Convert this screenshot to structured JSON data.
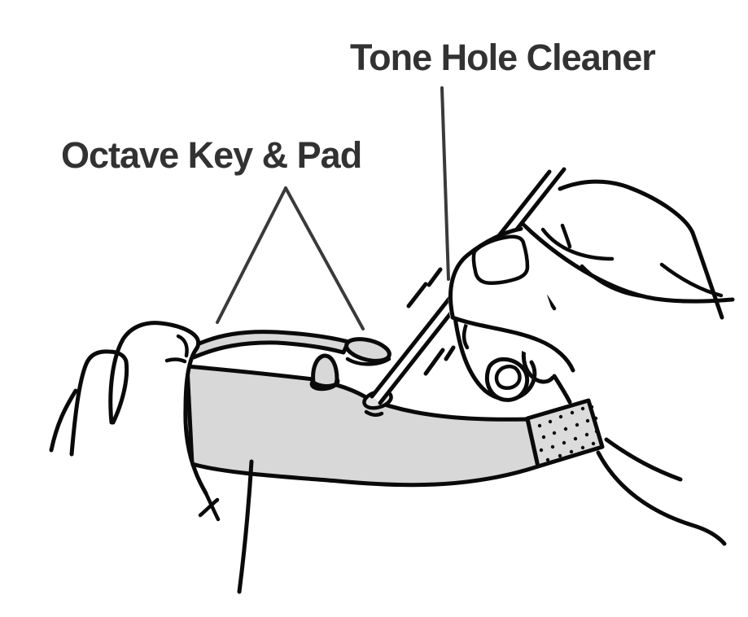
{
  "figure": {
    "labels": {
      "tone_hole_cleaner": "Tone Hole Cleaner",
      "octave_key_pad": "Octave Key & Pad"
    },
    "colors": {
      "background": "#ffffff",
      "line": "#0a0a0a",
      "metal_fill": "#d8d8d8",
      "cork_fill": "#dcdcdc",
      "label_text": "#323232"
    },
    "parts": [
      "left-hand",
      "saxophone-neck",
      "octave-key-arm",
      "octave-key-pad",
      "octave-vent-pip",
      "tone-hole-collar",
      "neck-cork",
      "tone-hole-cleaner-rod",
      "right-hand"
    ]
  }
}
